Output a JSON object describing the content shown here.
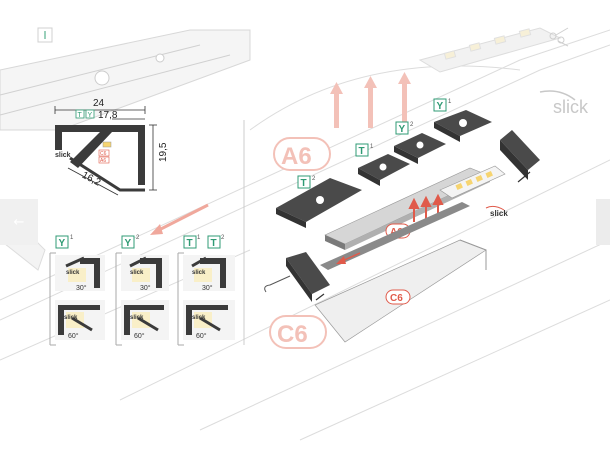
{
  "colors": {
    "accent_red": "#e05a4a",
    "badge_green": "#2f9b74",
    "profile_grey": "#4a4a4a",
    "line_grey": "#cfcfcf",
    "faded_red": "#f3c1b8",
    "slick_grey": "#bdbdbd"
  },
  "dimensions": {
    "width_24": "24",
    "width_17_8": "17,8",
    "width_16_2": "16,2",
    "height_19_5": "19,5"
  },
  "profile_labels": {
    "slick": "slick",
    "c6": "C6",
    "a6": "A6",
    "t": "T",
    "y": "Y"
  },
  "variants": [
    {
      "letter": "Y",
      "sup": "1"
    },
    {
      "letter": "Y",
      "sup": "2"
    },
    {
      "letter": "T",
      "sup": "1"
    },
    {
      "letter": "T",
      "sup": "2"
    }
  ],
  "angles": {
    "a30": "30°",
    "a60": "60°"
  },
  "exploded": {
    "a6_big": "A6",
    "c6_big": "C6",
    "a6_label": "A6",
    "c6_label": "C6",
    "slick_logo": "slick",
    "slick_small": "slick",
    "clip_t2": {
      "letter": "T",
      "sup": "2"
    },
    "clip_t1": {
      "letter": "T",
      "sup": "1"
    },
    "clip_y2": {
      "letter": "Y",
      "sup": "2"
    },
    "clip_y1": {
      "letter": "Y",
      "sup": "1"
    }
  },
  "icons": {
    "prev": "arrow-left-icon",
    "next": "arrow-right-icon",
    "scissors": "scissors-icon"
  },
  "nav": {
    "prev_glyph": "←"
  }
}
